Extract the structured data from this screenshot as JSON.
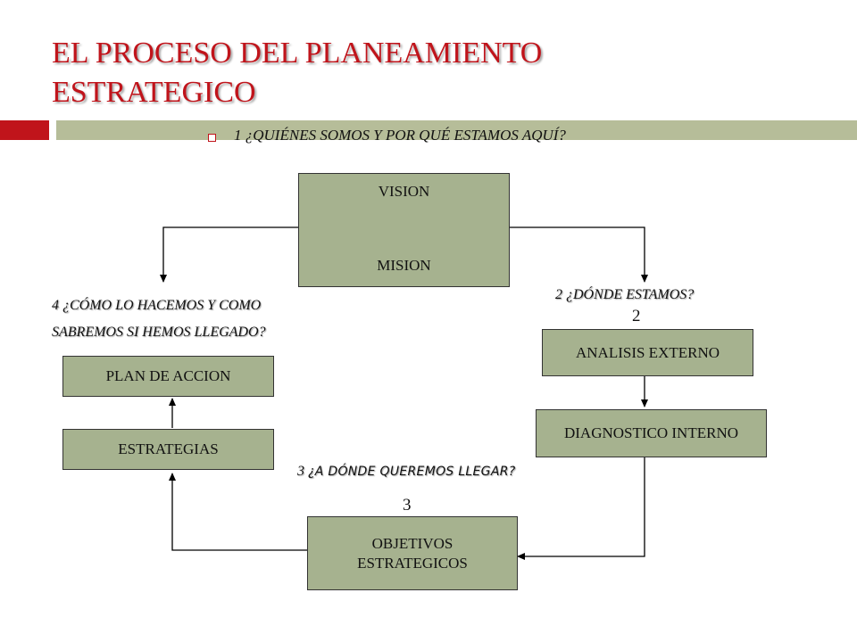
{
  "slide": {
    "title_line1": "EL PROCESO DEL PLANEAMIENTO",
    "title_line2": "ESTRATEGICO",
    "bullet_question": "1 ¿QUIÉNES SOMOS Y POR QUÉ ESTAMOS AQUÍ?",
    "colors": {
      "title": "#c0141b",
      "box_fill": "#a6b28f",
      "header_bar_green": "#b6bd99",
      "header_bar_red": "#c0141b"
    }
  },
  "boxes": {
    "vision": "VISION",
    "mision": "MISION",
    "analisis_externo": "ANALISIS EXTERNO",
    "diagnostico_interno": "DIAGNOSTICO INTERNO",
    "objetivos_line1": "OBJETIVOS",
    "objetivos_line2": "ESTRATEGICOS",
    "estrategias": "ESTRATEGIAS",
    "plan_accion": "PLAN DE ACCION"
  },
  "questions": {
    "q2_num": "2",
    "q2_text": "¿DÓNDE ESTAMOS?",
    "q3_num": "3",
    "q3_text": "¿A DÓNDE  QUEREMOS LLEGAR?",
    "q4_num": "4",
    "q4_line1": "¿CÓMO LO HACEMOS Y COMO",
    "q4_line2": "SABREMOS SI HEMOS LLEGADO?"
  },
  "step_numbers": {
    "near_analisis": "2",
    "near_objetivos": "3"
  }
}
